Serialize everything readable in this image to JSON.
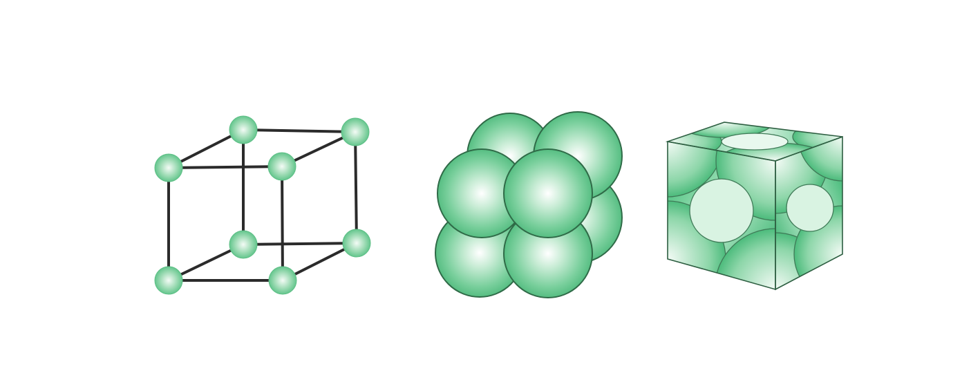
{
  "figure": {
    "panels": [
      {
        "model": "ball-and-stick",
        "atoms": 8,
        "bonds": 12
      },
      {
        "model": "space-filling",
        "atoms": 8
      },
      {
        "model": "unit-cell",
        "corner_sections": 8
      }
    ],
    "colors": {
      "atom_light": "#e6f7ec",
      "atom_mid": "#62c68c",
      "atom_dark": "#18a659",
      "atom_outline": "#2f6a47",
      "bond": "#2b2b2b",
      "background": "#ffffff"
    }
  }
}
